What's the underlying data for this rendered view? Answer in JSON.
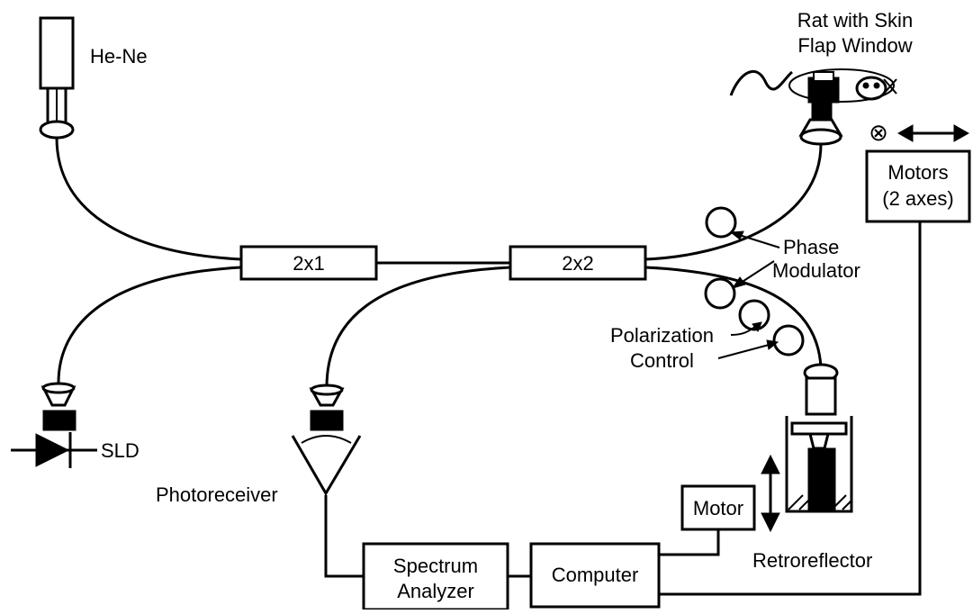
{
  "labels": {
    "he_ne": "He-Ne",
    "rat_line1": "Rat with Skin",
    "rat_line2": "Flap Window",
    "motors_line1": "Motors",
    "motors_line2": "(2 axes)",
    "coupler_2x1": "2x1",
    "coupler_2x2": "2x2",
    "phase_line1": "Phase",
    "phase_line2": "Modulator",
    "pol_line1": "Polarization",
    "pol_line2": "Control",
    "sld": "SLD",
    "photoreceiver": "Photoreceiver",
    "motor": "Motor",
    "retroreflector": "Retroreflector",
    "spectrum_line1": "Spectrum",
    "spectrum_line2": "Analyzer",
    "computer": "Computer"
  },
  "icons": {
    "scan_axis_symbol": "⊗"
  }
}
